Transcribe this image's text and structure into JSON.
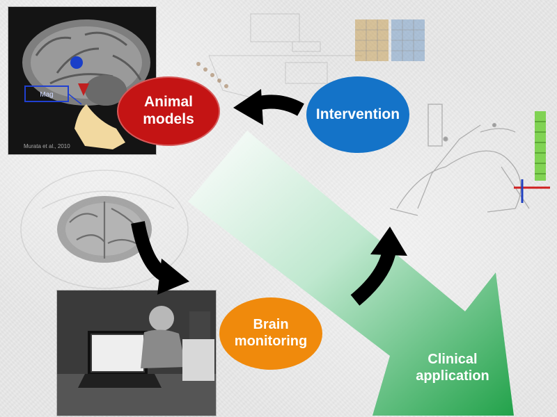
{
  "nodes": {
    "animal_models": {
      "line1": "Animal",
      "line2": "models",
      "color": "#c41414"
    },
    "intervention": {
      "label": "Intervention",
      "color": "#1473c8"
    },
    "brain_monitoring": {
      "line1": "Brain",
      "line2": "monitoring",
      "color": "#f08a0c"
    },
    "clinical_application": {
      "line1": "Clinical",
      "line2": "application",
      "color": "#2aa84a"
    }
  },
  "images": {
    "brain_mri": {
      "caption": "Murata et al., 2010",
      "inset_label": "Mag"
    }
  },
  "colors": {
    "arrow": "#000000",
    "background": "#e9e9e9"
  }
}
